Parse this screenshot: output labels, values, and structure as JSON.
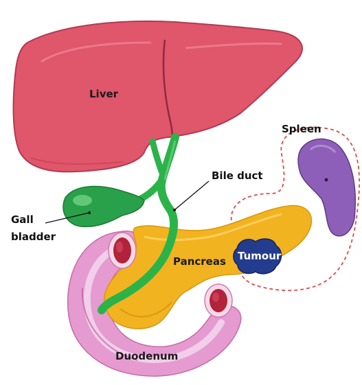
{
  "diagram": {
    "labels": {
      "liver": "Liver",
      "spleen": "Spleen",
      "bile_duct": "Bile duct",
      "gall_bladder_line1": "Gall",
      "gall_bladder_line2": "bladder",
      "tumour": "Tumour",
      "pancreas": "Pancreas",
      "duodenum": "Duodenum"
    },
    "colors": {
      "liver": "#e0566a",
      "liver_shade": "#c43c55",
      "bile_duct": "#2bb34a",
      "gall_bladder": "#29a04a",
      "pancreas": "#f2b320",
      "duodenum": "#e59ad0",
      "duodenum_inner": "#f3d7ee",
      "vessel": "#b2223a",
      "spleen": "#8e5fb9",
      "tumour": "#243c8e",
      "dashed_outline": "#e04a4a"
    },
    "icons": [
      "liver-organ",
      "gall-bladder-organ",
      "bile-duct",
      "pancreas-organ",
      "duodenum-organ",
      "spleen-organ",
      "tumour-mass"
    ]
  }
}
